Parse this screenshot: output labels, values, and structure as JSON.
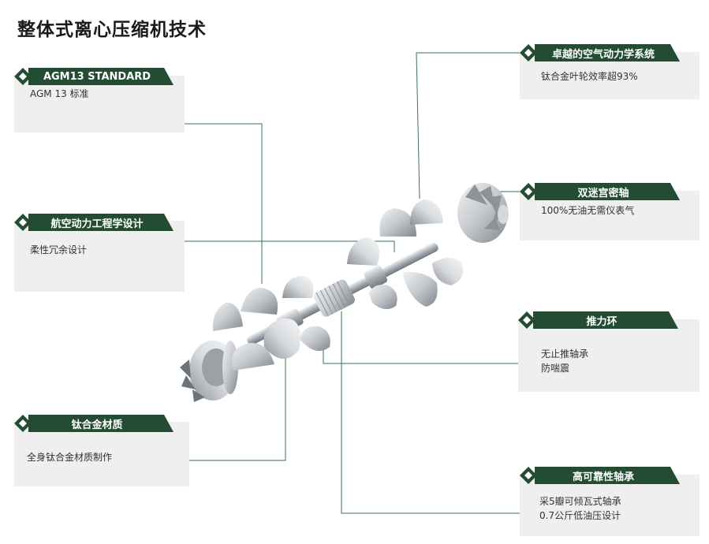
{
  "page": {
    "title": "整体式离心压缩机技术"
  },
  "callouts": {
    "agm13": {
      "tag": "AGM13 STANDARD",
      "desc_lines": [
        "AGM 13 标准"
      ]
    },
    "aero_design": {
      "tag": "航空动力工程学设计",
      "desc_lines": [
        "柔性冗余设计"
      ]
    },
    "titanium": {
      "tag": "钛合金材质",
      "desc_lines": [
        "全身钛合金材质制作"
      ]
    },
    "aerodynamics": {
      "tag": "卓越的空气动力学系统",
      "desc_lines": [
        "钛合金叶轮效率超93%"
      ]
    },
    "labyrinth": {
      "tag": "双迷宫密轴",
      "desc_lines": [
        "100%无油无需仪表气"
      ]
    },
    "thrust_ring": {
      "tag": "推力环",
      "desc_lines": [
        "无止推轴承",
        "防喘震"
      ]
    },
    "bearing": {
      "tag": "高可靠性轴承",
      "desc_lines": [
        "采5瓣可倾瓦式轴承",
        "0.7公斤低油压设计"
      ]
    }
  },
  "colors": {
    "tag_green": "#234c33",
    "panel_gray": "#efefef",
    "leader_green": "#3d6e4e",
    "metal_light": "#e6e8ea",
    "metal_mid": "#b9bec3",
    "metal_dark": "#7d848b"
  }
}
